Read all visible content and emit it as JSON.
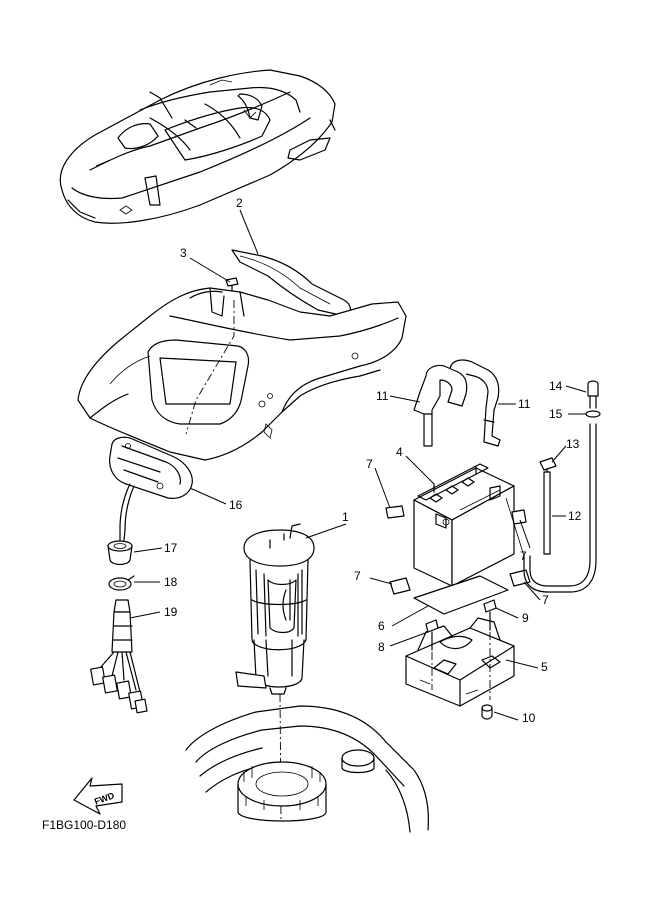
{
  "diagram_code": "F1BG100-D180",
  "fwd_label": "FWD",
  "callouts": [
    {
      "id": "1",
      "label": "1"
    },
    {
      "id": "2",
      "label": "2"
    },
    {
      "id": "3",
      "label": "3"
    },
    {
      "id": "4",
      "label": "4"
    },
    {
      "id": "5",
      "label": "5"
    },
    {
      "id": "6",
      "label": "6"
    },
    {
      "id": "7a",
      "label": "7"
    },
    {
      "id": "7b",
      "label": "7"
    },
    {
      "id": "7c",
      "label": "7"
    },
    {
      "id": "7d",
      "label": "7"
    },
    {
      "id": "8",
      "label": "8"
    },
    {
      "id": "9",
      "label": "9"
    },
    {
      "id": "10",
      "label": "10"
    },
    {
      "id": "11a",
      "label": "11"
    },
    {
      "id": "11b",
      "label": "11"
    },
    {
      "id": "12",
      "label": "12"
    },
    {
      "id": "13",
      "label": "13"
    },
    {
      "id": "14",
      "label": "14"
    },
    {
      "id": "15",
      "label": "15"
    },
    {
      "id": "16",
      "label": "16"
    },
    {
      "id": "17",
      "label": "17"
    },
    {
      "id": "18",
      "label": "18"
    },
    {
      "id": "19",
      "label": "19"
    }
  ]
}
